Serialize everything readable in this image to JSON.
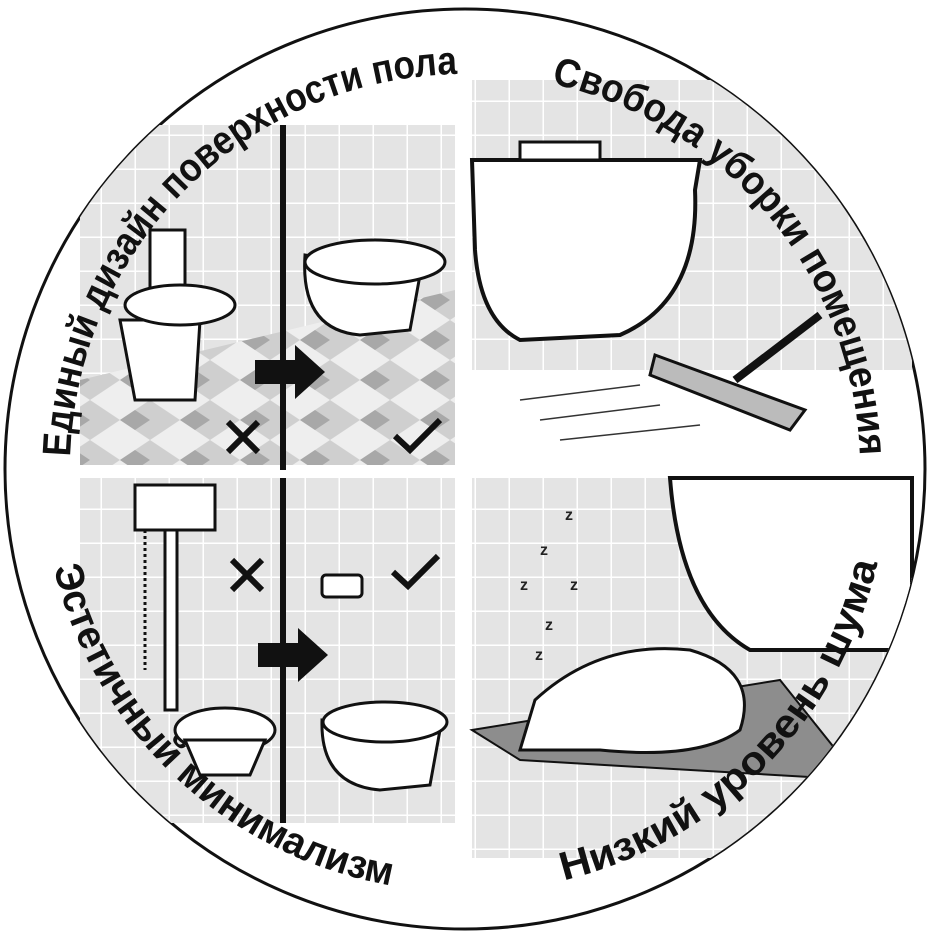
{
  "labels": {
    "top_left": "Единый дизайн поверхности пола",
    "top_right": "Свобода уборки помещения",
    "bottom_left": "Эстетичный минимализм",
    "bottom_right": "Низкий уровень шума"
  },
  "sleep_letters": [
    "z",
    "z",
    "z",
    "z",
    "z",
    "z"
  ],
  "icons": {
    "wrong": "cross-icon",
    "right": "check-icon",
    "transition": "arrow-right-icon"
  },
  "colors": {
    "ink": "#111111",
    "tile_light": "#e6e6e6",
    "tile_mid": "#c8c8c8",
    "tile_dark": "#9a9a9a",
    "background": "#ffffff"
  }
}
